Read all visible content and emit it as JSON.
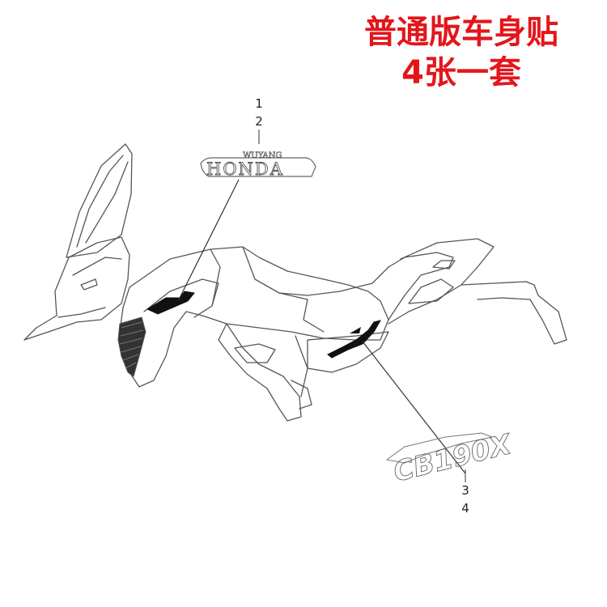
{
  "title": {
    "line1": "普通版车身贴",
    "line2": "4张一套"
  },
  "callouts": {
    "c1": "1",
    "c2": "2",
    "c3": "3",
    "c4": "4"
  },
  "decal_front": {
    "small_text": "WUYANG",
    "large_text": "HONDA"
  },
  "decal_rear": {
    "text": "CB190X"
  },
  "colors": {
    "title": "#e3161b",
    "line_art": "#555555",
    "decal_fill": "#111111"
  }
}
